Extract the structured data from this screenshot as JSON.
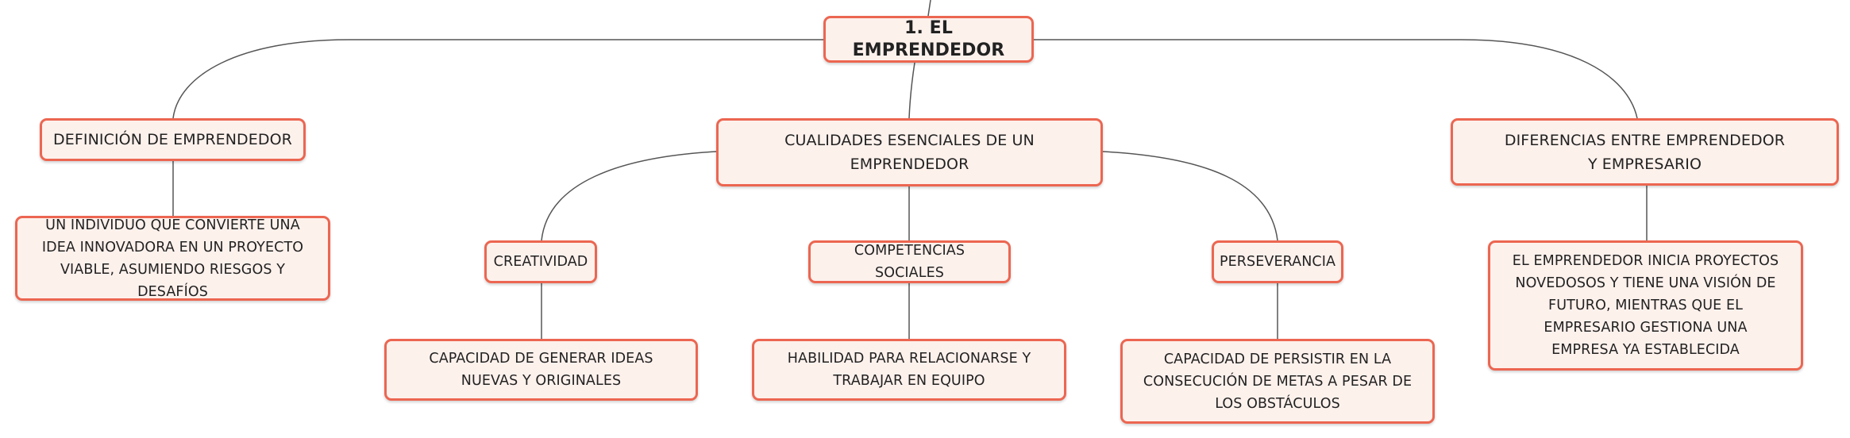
{
  "root": {
    "label": "1. EL EMPRENDEDOR"
  },
  "branches": {
    "definicion": {
      "label": "DEFINICIÓN DE EMPRENDEDOR",
      "detail": "UN INDIVIDUO QUE CONVIERTE UNA IDEA INNOVADORA EN UN PROYECTO VIABLE, ASUMIENDO RIESGOS Y DESAFÍOS"
    },
    "cualidades": {
      "label": "CUALIDADES ESENCIALES DE UN EMPRENDEDOR",
      "children": {
        "creatividad": {
          "label": "CREATIVIDAD",
          "detail": "CAPACIDAD DE GENERAR IDEAS NUEVAS Y ORIGINALES"
        },
        "competencias": {
          "label": "COMPETENCIAS SOCIALES",
          "detail": "HABILIDAD PARA RELACIONARSE Y TRABAJAR EN EQUIPO"
        },
        "perseverancia": {
          "label": "PERSEVERANCIA",
          "detail": "CAPACIDAD DE PERSISTIR EN LA CONSECUCIÓN DE METAS A PESAR DE LOS OBSTÁCULOS"
        }
      }
    },
    "diferencias": {
      "label": "DIFERENCIAS ENTRE EMPRENDEDOR Y EMPRESARIO",
      "detail": "EL EMPRENDEDOR INICIA PROYECTOS NOVEDOSOS Y TIENE UNA VISIÓN DE FUTURO, MIENTRAS QUE EL EMPRESARIO GESTIONA UNA EMPRESA YA ESTABLECIDA"
    }
  },
  "colors": {
    "node_border": "#ec6651",
    "node_fill": "#fdf1ec",
    "connector": "#555555",
    "text": "#222222"
  }
}
